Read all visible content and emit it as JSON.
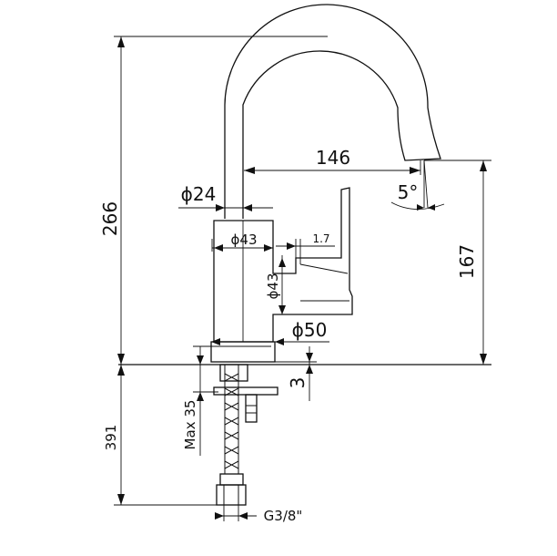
{
  "dimensions": {
    "total_height": "266",
    "reach": "146",
    "spout_diameter": "ϕ24",
    "body_diameter_top": "ϕ43",
    "body_diameter_side": "ϕ43",
    "base_diameter": "ϕ50",
    "spout_height": "167",
    "angle": "5°",
    "lever_offset": "1.7",
    "base_thickness": "3",
    "hose_length": "391",
    "max_thickness": "Max 35",
    "thread": "G3/8\""
  }
}
